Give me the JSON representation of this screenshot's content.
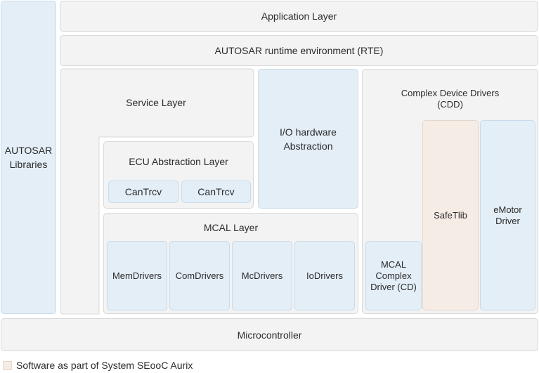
{
  "colors": {
    "grey_fill": "#f3f3f3",
    "blue_fill": "#e3eef7",
    "peach_fill": "#f6ece6",
    "border": "#d9d9d9"
  },
  "libraries": {
    "line1": "AUTOSAR",
    "line2": "Libraries"
  },
  "application_layer": "Application Layer",
  "rte": "AUTOSAR runtime environment (RTE)",
  "service_layer": "Service Layer",
  "io_hw": {
    "line1": "I/O hardware",
    "line2": "Abstraction"
  },
  "cdd": {
    "line1": "Complex Device Drivers",
    "line2": "(CDD)"
  },
  "ecu": {
    "title": "ECU Abstraction Layer",
    "items": [
      "CanTrcv",
      "CanTrcv"
    ]
  },
  "mcal": {
    "title": "MCAL Layer",
    "drivers": [
      "MemDrivers",
      "ComDrivers",
      "McDrivers",
      "IoDrivers"
    ]
  },
  "mcal_cd": {
    "line1": "MCAL",
    "line2": "Complex",
    "line3": "Driver (CD)"
  },
  "safetlib": "SafeTlib",
  "emotor": {
    "line1": "eMotor",
    "line2": "Driver"
  },
  "microcontroller": "Microcontroller",
  "legend": {
    "text": "Software as part of System SEooC Aurix"
  }
}
